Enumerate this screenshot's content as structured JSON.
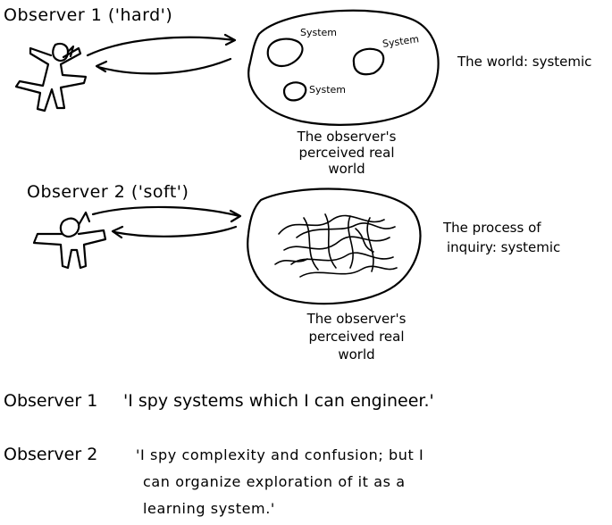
{
  "observer1": {
    "title": "Observer 1 ('hard')",
    "system_labels": [
      "System",
      "System",
      "System"
    ],
    "side_label": "The world: systemic",
    "caption_lines": [
      "The observer's",
      "perceived real",
      "world"
    ]
  },
  "observer2": {
    "title": "Observer 2 ('soft')",
    "side_label_lines": [
      "The process of",
      "inquiry: systemic"
    ],
    "caption_lines": [
      "The observer's",
      "perceived real",
      "world"
    ]
  },
  "quotes": {
    "q1_label": "Observer 1",
    "q1_text": "'I spy systems which I can engineer.'",
    "q2_label": "Observer 2",
    "q2_lines": [
      "'I spy complexity and confusion; but I",
      "can organize exploration of it as a",
      "learning system.'"
    ]
  }
}
